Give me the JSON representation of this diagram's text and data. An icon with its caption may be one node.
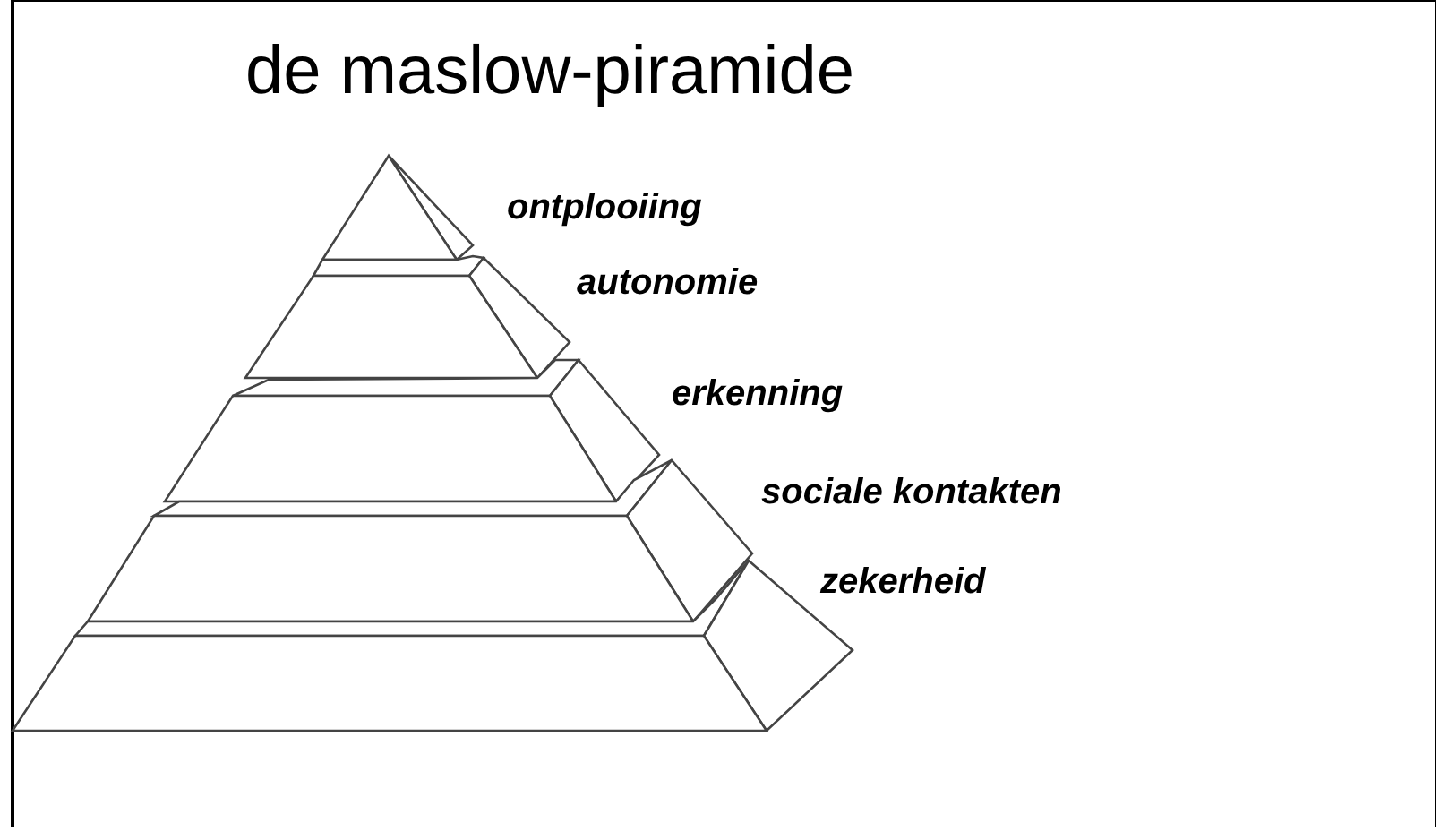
{
  "diagram": {
    "title": "de maslow-piramide",
    "nodes": [
      {
        "text": [],
        "shape": "triangle",
        "beside": [
          "ontplooiing"
        ]
      },
      {
        "text": [],
        "shape": "trapezoid",
        "beside": [
          "autonomie"
        ]
      },
      {
        "text": [],
        "shape": "trapezoid",
        "beside": [
          "erkenning"
        ]
      },
      {
        "text": [],
        "shape": "trapezoid",
        "beside": [
          "sociale kontakten"
        ]
      },
      {
        "text": [],
        "shape": "trapezoid",
        "beside": [
          "zekerheid"
        ]
      }
    ]
  }
}
